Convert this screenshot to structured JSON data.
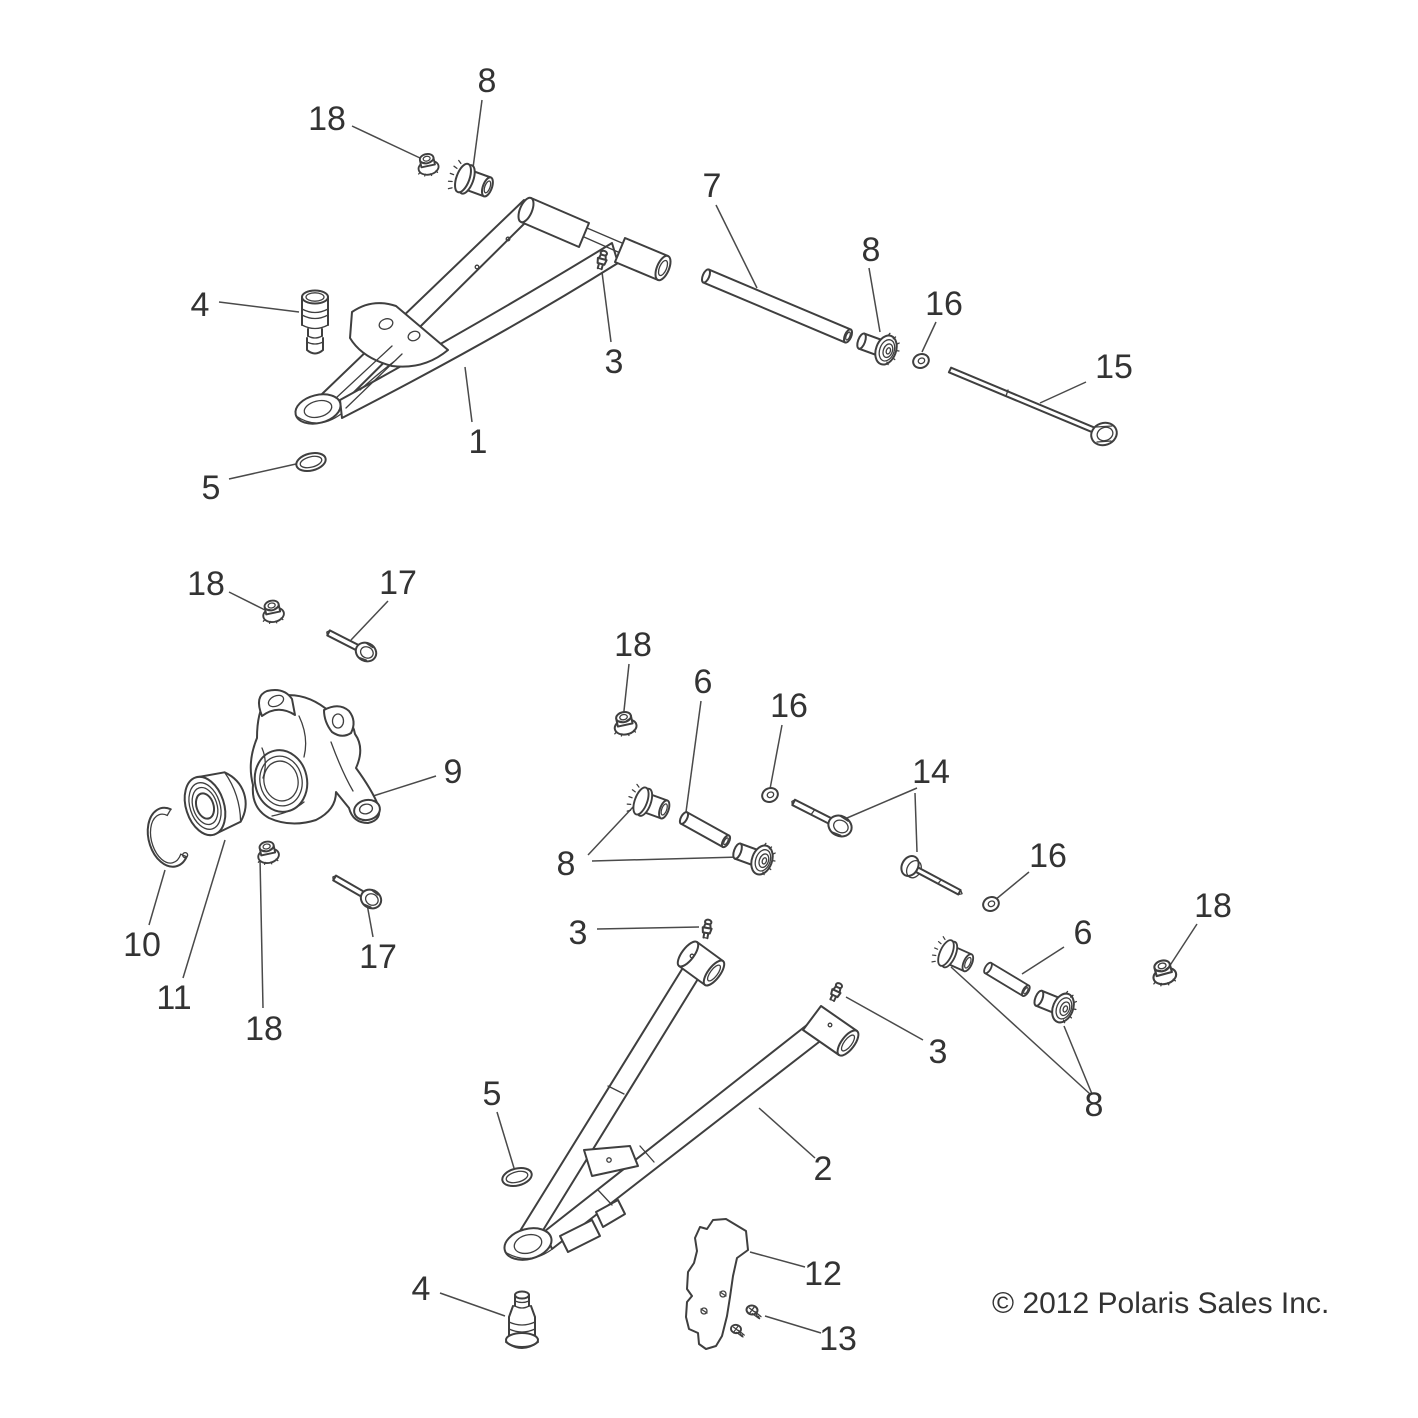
{
  "copyright": "© 2012 Polaris Sales Inc.",
  "colors": {
    "line": "#3f3f3f",
    "text": "#333333",
    "background": "#ffffff"
  },
  "callouts": [
    {
      "label": "8"
    },
    {
      "label": "18"
    },
    {
      "label": "7"
    },
    {
      "label": "8"
    },
    {
      "label": "16"
    },
    {
      "label": "15"
    },
    {
      "label": "4"
    },
    {
      "label": "3"
    },
    {
      "label": "1"
    },
    {
      "label": "5"
    },
    {
      "label": "18"
    },
    {
      "label": "17"
    },
    {
      "label": "9"
    },
    {
      "label": "10"
    },
    {
      "label": "11"
    },
    {
      "label": "18"
    },
    {
      "label": "17"
    },
    {
      "label": "18"
    },
    {
      "label": "6"
    },
    {
      "label": "16"
    },
    {
      "label": "14"
    },
    {
      "label": "16"
    },
    {
      "label": "18"
    },
    {
      "label": "8"
    },
    {
      "label": "3"
    },
    {
      "label": "6"
    },
    {
      "label": "8"
    },
    {
      "label": "3"
    },
    {
      "label": "5"
    },
    {
      "label": "2"
    },
    {
      "label": "12"
    },
    {
      "label": "13"
    },
    {
      "label": "4"
    }
  ]
}
